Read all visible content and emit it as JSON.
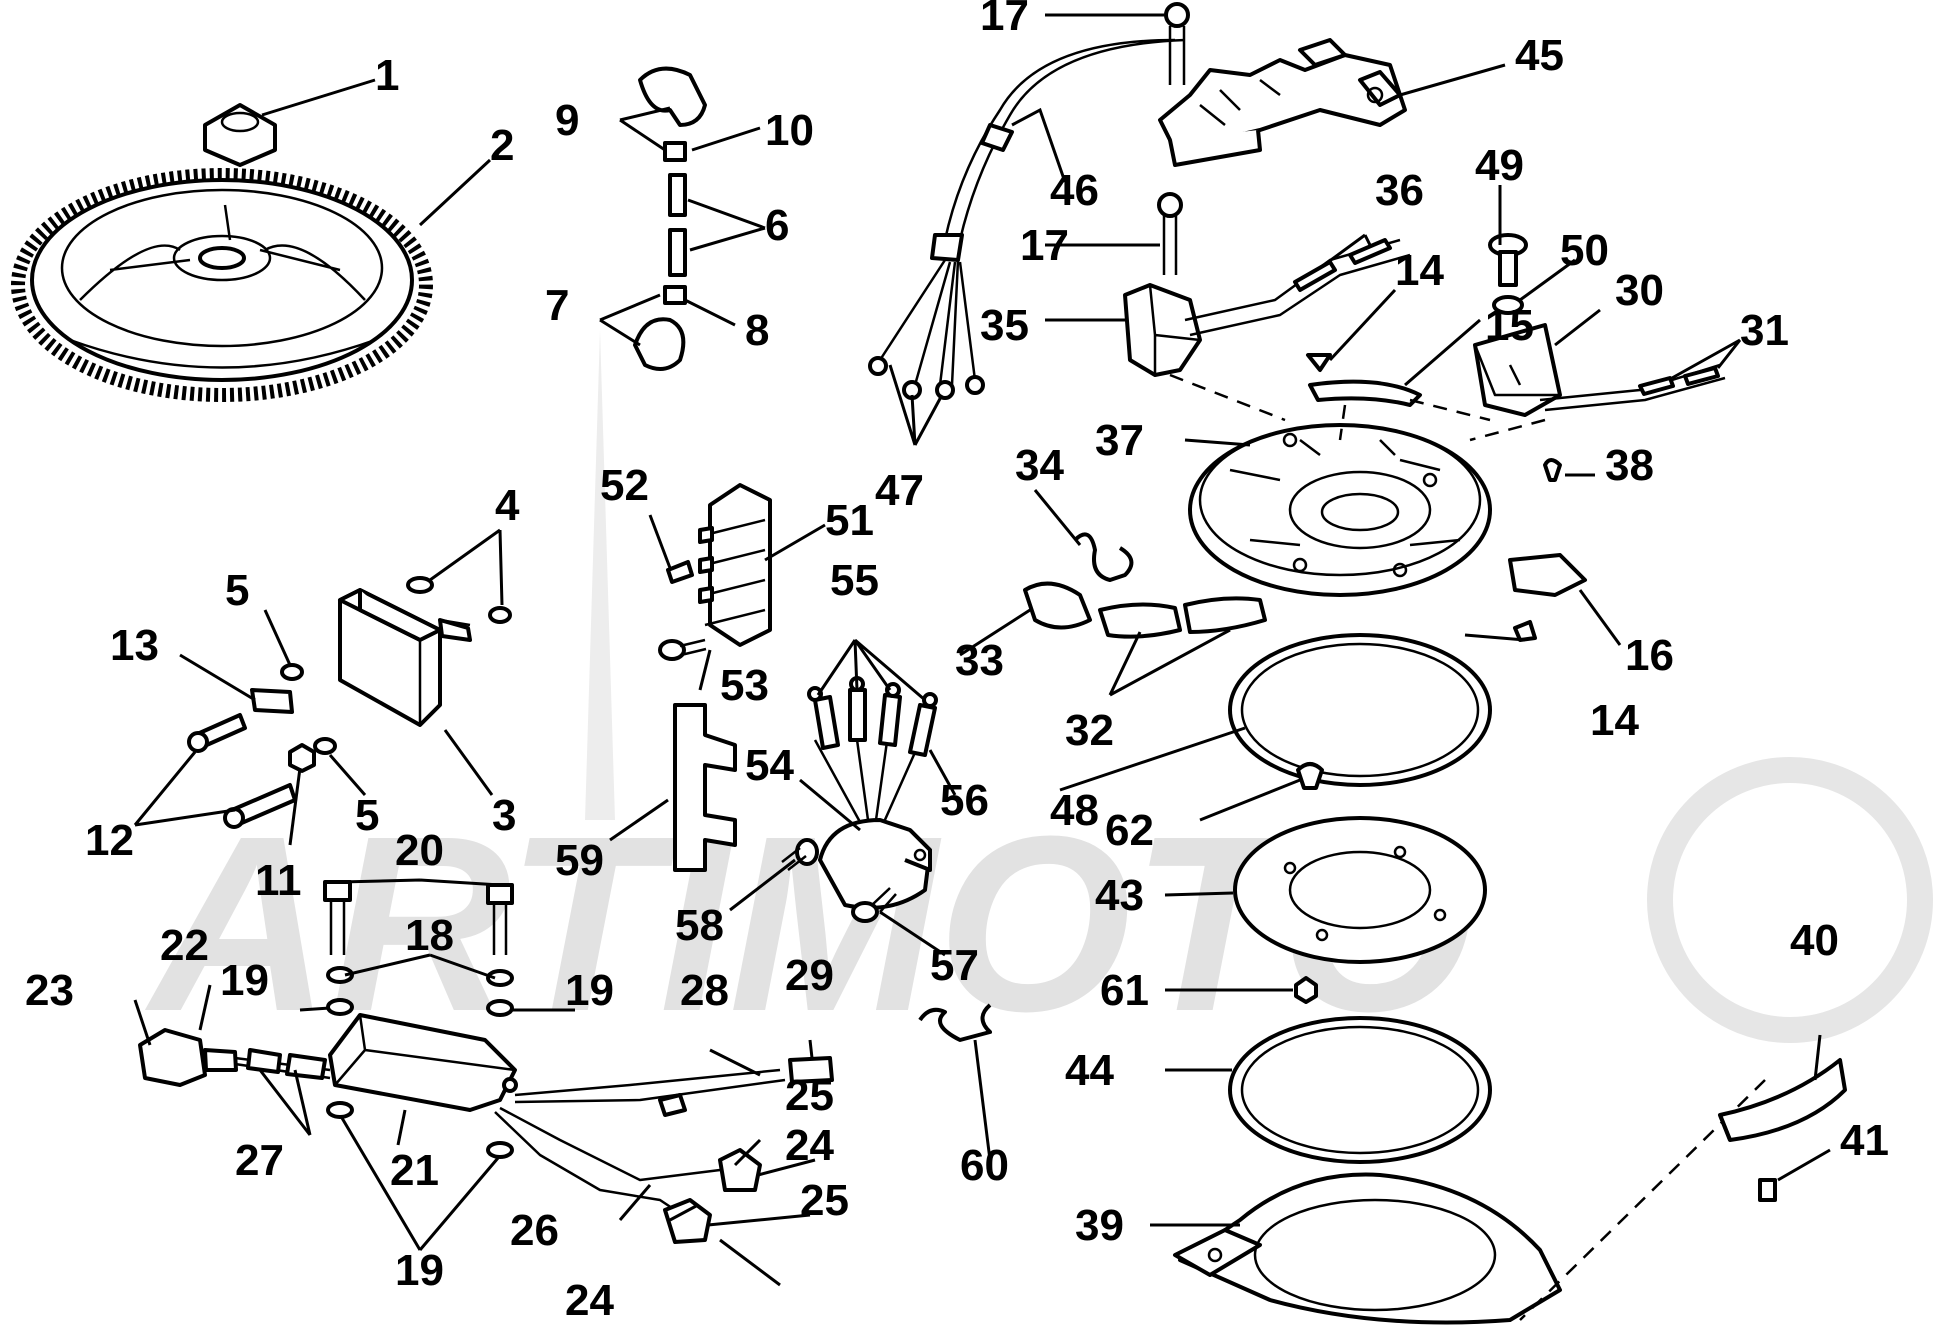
{
  "watermark": {
    "text": "ARTIMOTO"
  },
  "callouts": [
    {
      "id": "c1",
      "text": "1"
    },
    {
      "id": "c2",
      "text": "2"
    },
    {
      "id": "c3",
      "text": "3"
    },
    {
      "id": "c4",
      "text": "4"
    },
    {
      "id": "c5a",
      "text": "5"
    },
    {
      "id": "c5b",
      "text": "5"
    },
    {
      "id": "c6",
      "text": "6"
    },
    {
      "id": "c7",
      "text": "7"
    },
    {
      "id": "c8",
      "text": "8"
    },
    {
      "id": "c9",
      "text": "9"
    },
    {
      "id": "c10",
      "text": "10"
    },
    {
      "id": "c11",
      "text": "11"
    },
    {
      "id": "c12",
      "text": "12"
    },
    {
      "id": "c13",
      "text": "13"
    },
    {
      "id": "c14a",
      "text": "14"
    },
    {
      "id": "c14b",
      "text": "14"
    },
    {
      "id": "c15",
      "text": "15"
    },
    {
      "id": "c16",
      "text": "16"
    },
    {
      "id": "c17a",
      "text": "17"
    },
    {
      "id": "c17b",
      "text": "17"
    },
    {
      "id": "c18",
      "text": "18"
    },
    {
      "id": "c19a",
      "text": "19"
    },
    {
      "id": "c19b",
      "text": "19"
    },
    {
      "id": "c19c",
      "text": "19"
    },
    {
      "id": "c20",
      "text": "20"
    },
    {
      "id": "c21",
      "text": "21"
    },
    {
      "id": "c22",
      "text": "22"
    },
    {
      "id": "c23",
      "text": "23"
    },
    {
      "id": "c24a",
      "text": "24"
    },
    {
      "id": "c24b",
      "text": "24"
    },
    {
      "id": "c25a",
      "text": "25"
    },
    {
      "id": "c25b",
      "text": "25"
    },
    {
      "id": "c26",
      "text": "26"
    },
    {
      "id": "c27",
      "text": "27"
    },
    {
      "id": "c28",
      "text": "28"
    },
    {
      "id": "c29",
      "text": "29"
    },
    {
      "id": "c30",
      "text": "30"
    },
    {
      "id": "c31",
      "text": "31"
    },
    {
      "id": "c32",
      "text": "32"
    },
    {
      "id": "c33",
      "text": "33"
    },
    {
      "id": "c34",
      "text": "34"
    },
    {
      "id": "c35",
      "text": "35"
    },
    {
      "id": "c36",
      "text": "36"
    },
    {
      "id": "c37",
      "text": "37"
    },
    {
      "id": "c38",
      "text": "38"
    },
    {
      "id": "c39",
      "text": "39"
    },
    {
      "id": "c40",
      "text": "40"
    },
    {
      "id": "c41",
      "text": "41"
    },
    {
      "id": "c43",
      "text": "43"
    },
    {
      "id": "c44",
      "text": "44"
    },
    {
      "id": "c45",
      "text": "45"
    },
    {
      "id": "c46",
      "text": "46"
    },
    {
      "id": "c47",
      "text": "47"
    },
    {
      "id": "c48",
      "text": "48"
    },
    {
      "id": "c49",
      "text": "49"
    },
    {
      "id": "c50",
      "text": "50"
    },
    {
      "id": "c51",
      "text": "51"
    },
    {
      "id": "c52",
      "text": "52"
    },
    {
      "id": "c53",
      "text": "53"
    },
    {
      "id": "c54",
      "text": "54"
    },
    {
      "id": "c55",
      "text": "55"
    },
    {
      "id": "c56",
      "text": "56"
    },
    {
      "id": "c57",
      "text": "57"
    },
    {
      "id": "c58",
      "text": "58"
    },
    {
      "id": "c59",
      "text": "59"
    },
    {
      "id": "c60",
      "text": "60"
    },
    {
      "id": "c61",
      "text": "61"
    },
    {
      "id": "c62",
      "text": "62"
    }
  ]
}
